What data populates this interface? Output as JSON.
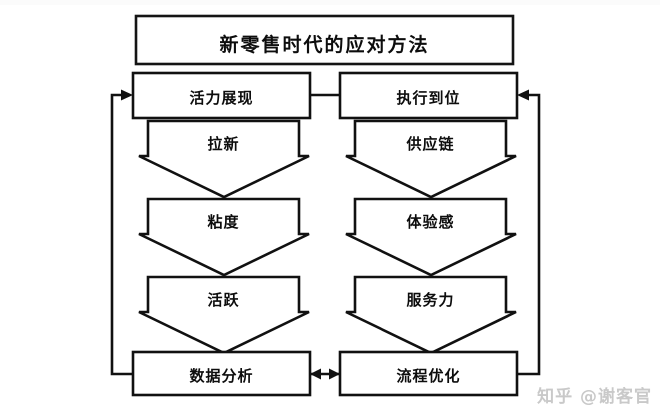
{
  "diagram": {
    "title": "新零售时代的应对方法",
    "watermark": "知乎 @谢客官",
    "colors": {
      "stroke": "#111111",
      "fill": "#ffffff",
      "background": "#ffffff",
      "watermark": "#c9c9c9"
    },
    "columns": [
      {
        "name": "left",
        "header": "活力展现",
        "steps": [
          "拉新",
          "粘度",
          "活跃"
        ],
        "footer": "数据分析"
      },
      {
        "name": "right",
        "header": "执行到位",
        "steps": [
          "供应链",
          "体验感",
          "服务力"
        ],
        "footer": "流程优化"
      }
    ],
    "connectors": [
      {
        "name": "header-link",
        "from": "活力展现",
        "to": "执行到位",
        "arrows": "none"
      },
      {
        "name": "footer-link",
        "from": "数据分析",
        "to": "流程优化",
        "arrows": "both"
      },
      {
        "name": "left-feedback-loop",
        "from": "数据分析",
        "to": "活力展现",
        "arrows": "end"
      },
      {
        "name": "right-feedback-loop",
        "from": "流程优化",
        "to": "执行到位",
        "arrows": "end"
      }
    ]
  }
}
